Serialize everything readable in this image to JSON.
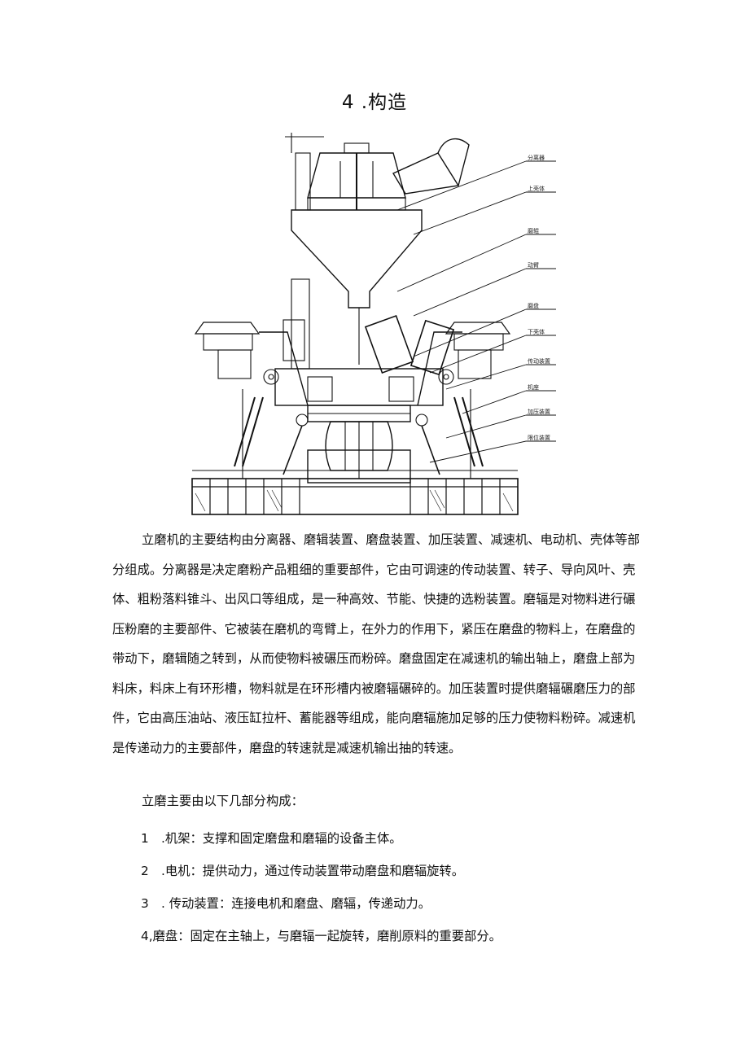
{
  "heading": "4 .构造",
  "figure": {
    "callouts": [
      "分离器",
      "上壳体",
      "磨辊",
      "动臂",
      "磨盘",
      "下壳体",
      "传动装置",
      "机座",
      "加压装置",
      "限位装置"
    ]
  },
  "paragraph1": "立磨机的主要结构由分离器、磨辑装置、磨盘装置、加压装置、减速机、电动机、壳体等部分组成。分离器是决定磨粉产品粗细的重要部件，它由可调速的传动装置、转子、导向风叶、壳体、粗粉落料锥斗、出风口等组成，是一种高效、节能、快捷的选粉装置。磨辐是对物料进行碾压粉磨的主要部件、它被装在磨机的弯臂上，在外力的作用下，紧压在磨盘的物料上，在磨盘的带动下，磨辑随之转到，从而使物料被碾压而粉碎。磨盘固定在减速机的输出轴上，磨盘上部为料床，料床上有环形槽，物料就是在环形槽内被磨辐碾碎的。加压装置时提供磨辐碾磨压力的部件，它由高压油站、液压缸拉杆、蓄能器等组成，能向磨辐施加足够的压力使物料粉碎。减速机是传递动力的主要部件，磨盘的转速就是减速机输出抽的转速。",
  "paragraph2": "立磨主要由以下几部分构成：",
  "list": [
    "1　.机架：支撑和固定磨盘和磨辐的设备主体。",
    "2　.电机：提供动力，通过传动装置带动磨盘和磨辐旋转。",
    "3　. 传动装置：连接电机和磨盘、磨辐，传递动力。",
    "4,磨盘：固定在主轴上，与磨辐一起旋转，磨削原料的重要部分。"
  ]
}
